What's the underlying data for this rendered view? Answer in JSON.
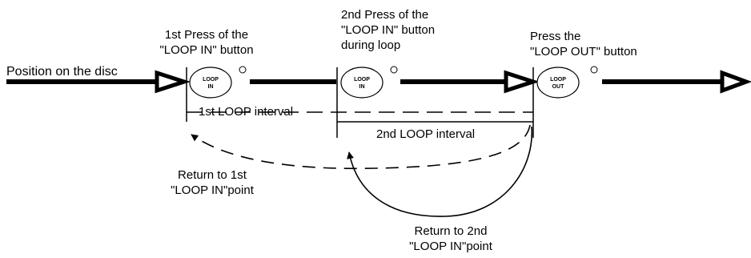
{
  "axis_label": "Position on the disc",
  "steps": [
    {
      "lines": [
        "1st Press of the",
        "\"LOOP IN\" button"
      ]
    },
    {
      "lines": [
        "2nd Press of the",
        "\"LOOP IN\" button",
        "during loop"
      ]
    },
    {
      "lines": [
        "Press the",
        "\"LOOP OUT\" button"
      ]
    }
  ],
  "buttons": {
    "loop_in_1": [
      "LOOP",
      "IN"
    ],
    "loop_in_2": [
      "LOOP",
      "IN"
    ],
    "loop_out": [
      "LOOP",
      "OUT"
    ]
  },
  "intervals": {
    "first": "1st LOOP interval",
    "second": "2nd LOOP interval"
  },
  "returns": {
    "first": [
      "Return to 1st",
      "\"LOOP IN\"point"
    ],
    "second": [
      "Return to 2nd",
      "\"LOOP IN\"point"
    ]
  }
}
